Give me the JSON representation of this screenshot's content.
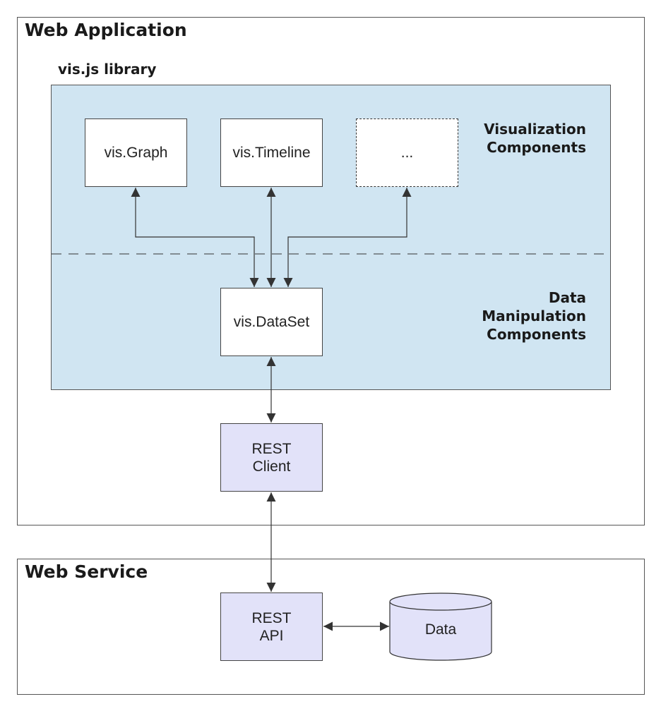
{
  "web_application": {
    "title": "Web Application"
  },
  "library": {
    "title": "vis.js library",
    "visualization_label": "Visualization\nComponents",
    "data_label": "Data\nManipulation\nComponents",
    "components": {
      "graph": "vis.Graph",
      "timeline": "vis.Timeline",
      "more": "..."
    },
    "dataset": "vis.DataSet"
  },
  "rest_client": "REST\nClient",
  "web_service": {
    "title": "Web Service",
    "rest_api": "REST\nAPI",
    "data_store": "Data"
  },
  "colors": {
    "library_bg": "#d0e5f2",
    "rest_bg": "#e2e2f9",
    "line": "#333333"
  }
}
